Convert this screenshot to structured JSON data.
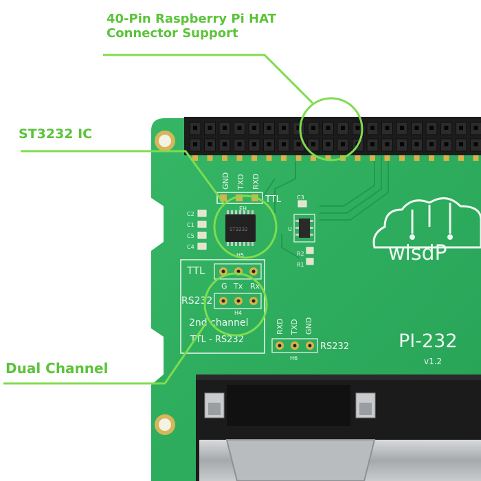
{
  "callouts": {
    "hat_line1": "40-Pin Raspberry Pi HAT",
    "hat_line2": "Connector Support",
    "ic": "ST3232 IC",
    "dual": "Dual Channel"
  },
  "board": {
    "model": "PI-232",
    "version": "v1.2",
    "logo": "wisdP",
    "h5_labels": [
      "GND",
      "TXD",
      "RXD"
    ],
    "h5_ttl": "TTL",
    "h3": "H3",
    "h5": "H5",
    "h4": "H4",
    "h6": "H6",
    "ttl": "TTL",
    "rs232": "RS232",
    "pin_labels": [
      "G",
      "Tx",
      "Rx"
    ],
    "second_channel": "2nd channel",
    "ttl_rs232": "TTL - RS232",
    "h6_labels": [
      "RXD",
      "TXD",
      "GND"
    ],
    "h6_rs232": "RS232",
    "caps": [
      "C2",
      "C1",
      "C5",
      "C4"
    ],
    "right_caps": [
      "C3",
      "R2",
      "R1"
    ],
    "u_label": "U",
    "chip_text": "ST3232"
  },
  "colors": {
    "accent": "#5cc33a",
    "pcb": "#2fae5e",
    "silk": "#eef7f0"
  }
}
